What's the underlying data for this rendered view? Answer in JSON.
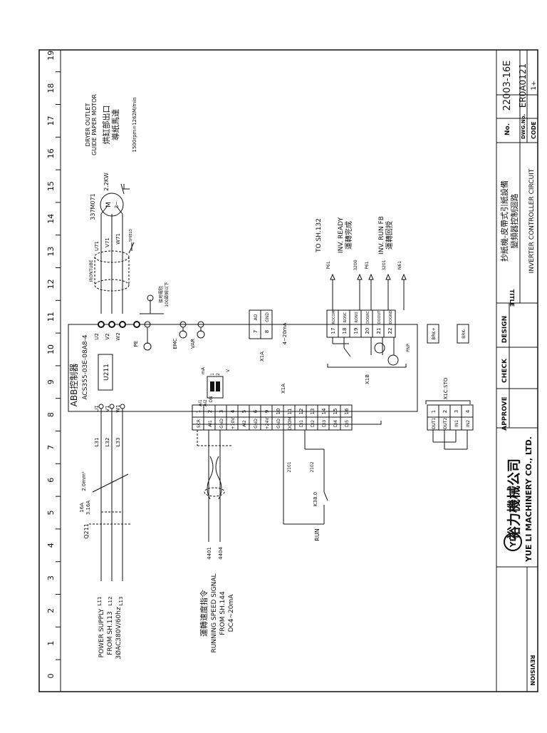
{
  "grid_numbers": [
    "0",
    "1",
    "2",
    "3",
    "4",
    "5",
    "6",
    "7",
    "8",
    "9",
    "10",
    "11",
    "12",
    "13",
    "14",
    "15",
    "16",
    "17",
    "18",
    "19"
  ],
  "title_block": {
    "revision_label": "REVISION",
    "company_cn": "裕力機械公司",
    "company_en": "YUE LI MACHINERY CO., LTD.",
    "approve": "APPROVE",
    "check": "CHECK",
    "design": "DESIGN",
    "title_label": "TITLE",
    "title_cn_1": "抄紙機-皮帶式引紙設備",
    "title_cn_2": "變頻器控制迴路",
    "title_en": "INVERTER CONTROLLER CIRCUIT",
    "no_label": "No.",
    "no_value": "22003-16E",
    "dwg_label": "DWG.No.",
    "dwg_value": "ER0A0121",
    "code_label": "CODE",
    "code_value": "1+"
  },
  "power": {
    "l1": "POWER SUPPLY",
    "l2": "FROM SH.113",
    "l3": "3ØAC380V/60hz",
    "lines": [
      "L11",
      "L12",
      "L13"
    ],
    "breaker": "Q211",
    "breaker_rating_1": "16A",
    "breaker_rating_2": "3.16A",
    "wire": "2.0mm²",
    "lines_out": [
      "L31",
      "L32",
      "L33"
    ]
  },
  "speed_signal": {
    "cn": "運轉速度指令",
    "l1": "RUNNING SPEED SIGNAL",
    "l2": "FROM SH.144",
    "l3": "DC4~20mA",
    "wire_a": "4401",
    "wire_b": "4404"
  },
  "run": {
    "label": "RUN",
    "contact": "K38.0",
    "wire_a": "2101",
    "wire_b": "2102"
  },
  "inverter": {
    "brand": "ABB控制器",
    "model": "ACS355-03E-08A8-4",
    "tag": "U211",
    "inputs": [
      "U1",
      "V1",
      "W1"
    ],
    "outputs": [
      "U2",
      "V2",
      "W2"
    ],
    "pe": "PE",
    "emc": "EMC",
    "var": "VAR",
    "dip_on": "ON",
    "dip_1": "1",
    "dip_2": "2",
    "dip_ma": "mA",
    "dip_v": "V",
    "dip_ai1": "AI1",
    "dip_ai2": "AI2"
  },
  "x1a": {
    "label": "X1A",
    "pins": [
      {
        "no": "1",
        "name": "SCR"
      },
      {
        "no": "2",
        "name": "AI1"
      },
      {
        "no": "3",
        "name": "GND"
      },
      {
        "no": "4",
        "name": "+10V"
      },
      {
        "no": "5",
        "name": "AI2"
      },
      {
        "no": "6",
        "name": "GND"
      },
      {
        "no": "9",
        "name": "+24V"
      },
      {
        "no": "10",
        "name": "GND"
      },
      {
        "no": "11",
        "name": "DCOM"
      },
      {
        "no": "12",
        "name": "DI1"
      },
      {
        "no": "13",
        "name": "DI2"
      },
      {
        "no": "14",
        "name": "DI3"
      },
      {
        "no": "15",
        "name": "DI4"
      },
      {
        "no": "16",
        "name": "DI5"
      }
    ],
    "ao_pins": [
      {
        "no": "7",
        "name": "AO"
      },
      {
        "no": "8",
        "name": "GND"
      }
    ],
    "ao_label": "X1A",
    "ao_range": "4~20mA"
  },
  "x1b": {
    "label": "X1B",
    "pnp": "PNP",
    "pins": [
      {
        "no": "17",
        "name": "ROCOM"
      },
      {
        "no": "18",
        "name": "RONC"
      },
      {
        "no": "19",
        "name": "RONO"
      },
      {
        "no": "20",
        "name": "DOSRC"
      },
      {
        "no": "21",
        "name": "DOOUT"
      },
      {
        "no": "22",
        "name": "DOGND"
      }
    ],
    "wires": [
      "P61",
      "3200",
      "P61",
      "3201",
      "N61"
    ],
    "to_sheet": "TO SH.132",
    "ready_en": "INV. READY",
    "ready_cn": "運轉完成",
    "runfb_en": "INV. RUN FB",
    "runfb_cn": "運轉回授"
  },
  "x1csto": {
    "label": "X1C:STO",
    "pins": [
      {
        "no": "1",
        "name": "OUT1"
      },
      {
        "no": "2",
        "name": "OUT2"
      },
      {
        "no": "3",
        "name": "IN1"
      },
      {
        "no": "4",
        "name": "IN2"
      }
    ],
    "brk_plus": "BRK+",
    "brk_minus": "BRK-"
  },
  "motor": {
    "cable": "IRONTUBE",
    "wires": [
      "U71",
      "V71",
      "W71"
    ],
    "shield": "SHIELD",
    "tag": "337M071",
    "power": "2.2KW",
    "m": "M",
    "phase": "3~",
    "l1": "DRYER OUTLET",
    "l2": "GUIDE PAPER MOTOR",
    "cn1": "烘缸部出口",
    "cn2": "導紙馬達",
    "speed": "1500rpm=1262M/min",
    "ground_note_1": "接地電阻",
    "ground_note_2": "100歐姆以下"
  }
}
